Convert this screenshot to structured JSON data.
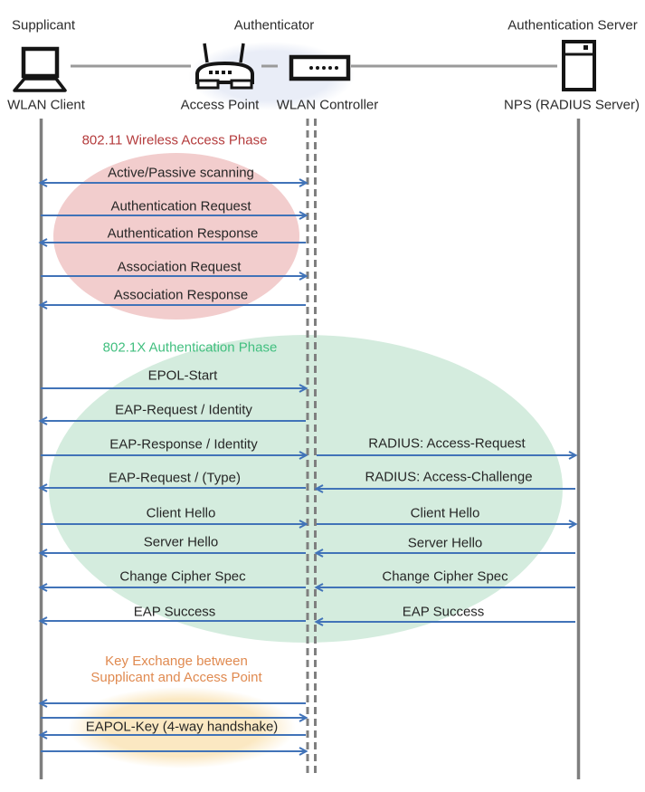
{
  "header": {
    "roles": [
      "Supplicant",
      "Authenticator",
      "Authentication Server"
    ],
    "nodes": [
      "WLAN Client",
      "Access Point",
      "WLAN Controller",
      "NPS (RADIUS Server)"
    ]
  },
  "phases": [
    {
      "title": "802.11 Wireless Access Phase",
      "color": "#b43b3c",
      "ellipse_color": "#f2cdcd"
    },
    {
      "title": "802.1X Authentication Phase",
      "color": "#41bf7f",
      "ellipse_color": "#d4ecde"
    },
    {
      "title": "Key Exchange between\nSupplicant and Access Point",
      "color": "#e08a50",
      "ellipse_color": "#fbe8c2"
    }
  ],
  "messages": {
    "client_to_controller": [
      {
        "label": "Active/Passive scanning",
        "direction": "both"
      },
      {
        "label": "Authentication Request",
        "direction": "right"
      },
      {
        "label": "Authentication Response",
        "direction": "left"
      },
      {
        "label": "Association Request",
        "direction": "right"
      },
      {
        "label": "Association Response",
        "direction": "left"
      },
      {
        "label": "EPOL-Start",
        "direction": "right"
      },
      {
        "label": "EAP-Request / Identity",
        "direction": "left"
      },
      {
        "label": "EAP-Response / Identity",
        "direction": "right"
      },
      {
        "label": "EAP-Request / (Type)",
        "direction": "left"
      },
      {
        "label": "Client Hello",
        "direction": "right"
      },
      {
        "label": "Server Hello",
        "direction": "left"
      },
      {
        "label": "Change Cipher Spec",
        "direction": "left"
      },
      {
        "label": "EAP Success",
        "direction": "left"
      },
      {
        "label": "EAPOL-Key (4-way handshake)",
        "direction": "left,right,left,right"
      }
    ],
    "controller_to_server": [
      {
        "label": "RADIUS: Access-Request",
        "direction": "right"
      },
      {
        "label": "RADIUS: Access-Challenge",
        "direction": "left"
      },
      {
        "label": "Client Hello",
        "direction": "right"
      },
      {
        "label": "Server Hello",
        "direction": "left"
      },
      {
        "label": "Change Cipher Spec",
        "direction": "left"
      },
      {
        "label": "EAP Success",
        "direction": "left"
      }
    ]
  },
  "colors": {
    "arrow_blue": "#4173b8",
    "lifeline_gray": "#7f7f7f",
    "connector_gray": "#9a9a9a",
    "icon_black": "#151515",
    "icon_ellipse_blue": "#e9edf7",
    "text": "#262626"
  }
}
